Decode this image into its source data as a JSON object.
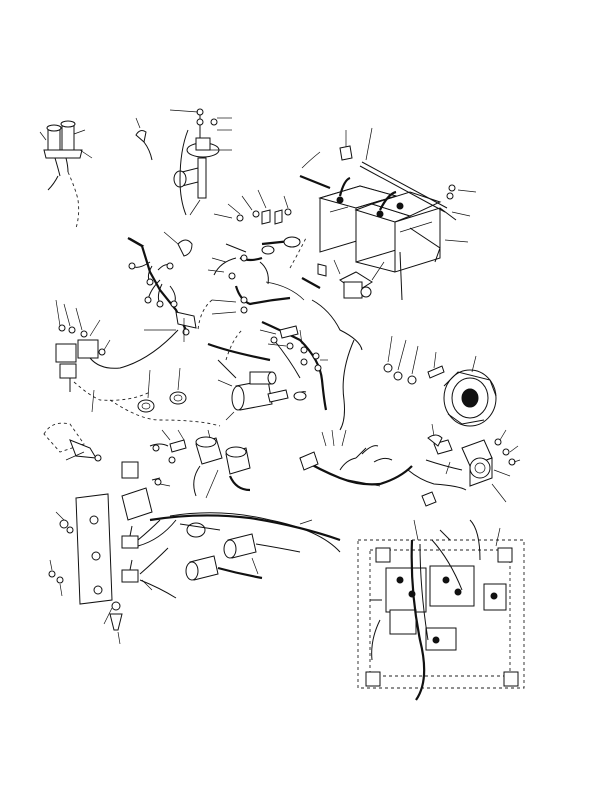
{
  "figure": {
    "background": "#ffffff",
    "ink": "#111111",
    "description_parts": [
      "horn-assembly",
      "fuel-sender-unit",
      "batteries",
      "battery-cables",
      "wiring-harness",
      "relays",
      "starter-motor",
      "solenoid",
      "toggle-switches",
      "alternator",
      "backup-alarm",
      "instrument-panel"
    ]
  }
}
